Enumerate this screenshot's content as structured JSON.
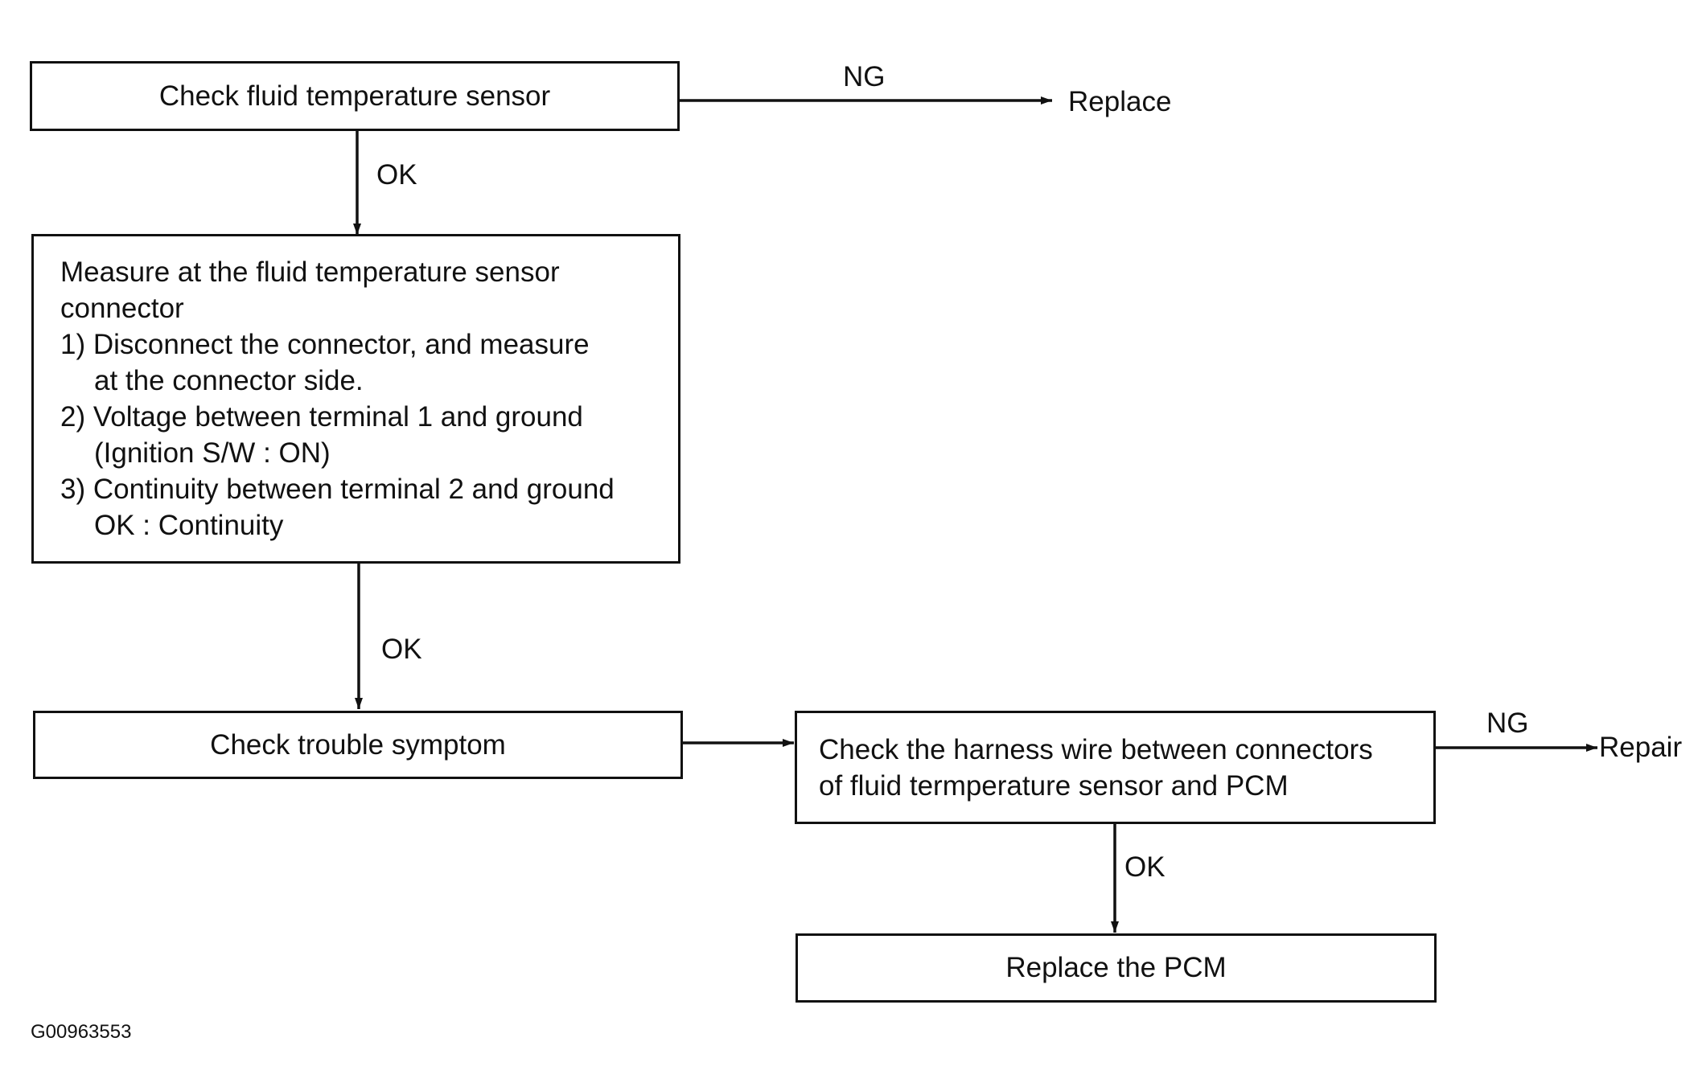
{
  "nodes": {
    "check_sensor": "Check fluid temperature sensor",
    "measure_connector": {
      "lines": [
        "Measure at the fluid temperature sensor",
        "connector",
        "1) Disconnect the connector, and measure",
        "at the connector side.",
        "2) Voltage between terminal 1 and ground",
        "(Ignition S/W : ON)",
        "3) Continuity between terminal 2 and ground",
        "OK : Continuity"
      ]
    },
    "check_symptom": "Check trouble symptom",
    "check_harness": {
      "lines": [
        "Check the harness wire between connectors",
        "of fluid termperature sensor and PCM"
      ]
    },
    "replace_pcm": "Replace the PCM"
  },
  "outcomes": {
    "replace": "Replace",
    "repair": "Repair"
  },
  "edge_labels": {
    "sensor_ng": "NG",
    "sensor_ok": "OK",
    "measure_ok": "OK",
    "harness_ng": "NG",
    "harness_ok": "OK"
  },
  "figure_id": "G00963553"
}
